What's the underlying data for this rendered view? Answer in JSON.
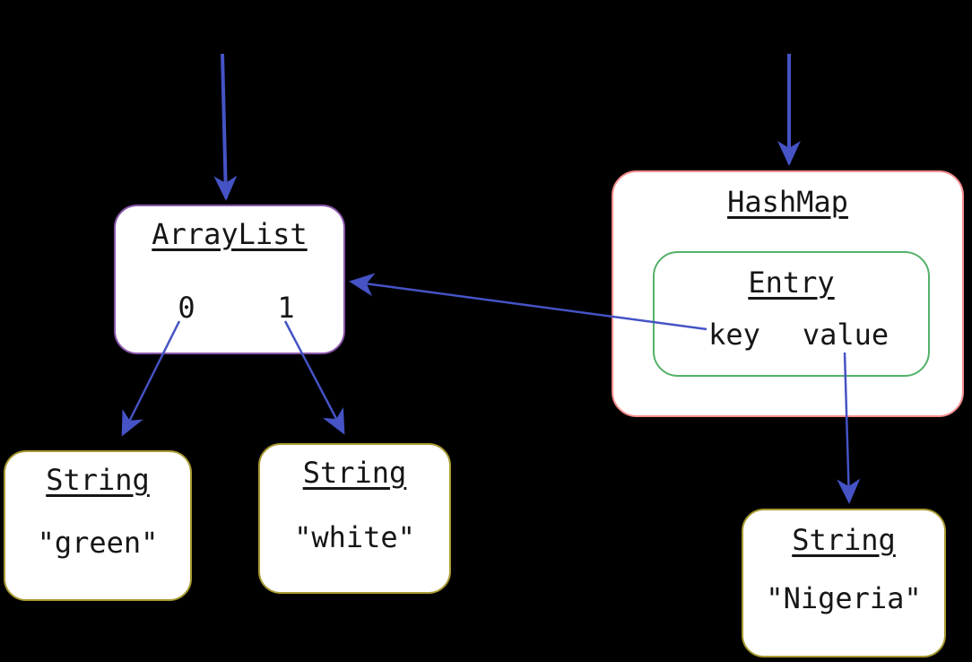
{
  "diagram": {
    "background": "#000000",
    "description": "Object reference diagram: ArrayList and HashMap with Entry pointing to String objects"
  },
  "colors": {
    "arrow": "#4553c5",
    "arraylist_border": "#8b57ab",
    "hashmap_border": "#f68d8d",
    "entry_border": "#54b168",
    "string_border": "#a89a33",
    "box_fill": "#ffffff",
    "text": "#161616"
  },
  "nodes": {
    "arraylist": {
      "title": "ArrayList",
      "indices": [
        "0",
        "1"
      ]
    },
    "hashmap": {
      "title": "HashMap",
      "entry": {
        "title": "Entry",
        "fields": [
          "key",
          "value"
        ]
      }
    },
    "string_green": {
      "title": "String",
      "value": "\"green\""
    },
    "string_white": {
      "title": "String",
      "value": "\"white\""
    },
    "string_nigeria": {
      "title": "String",
      "value": "\"Nigeria\""
    }
  },
  "edges": [
    {
      "id": "into-arraylist-top",
      "from": "offscreen-top",
      "to": "ArrayList"
    },
    {
      "id": "into-hashmap-top",
      "from": "offscreen-top",
      "to": "HashMap"
    },
    {
      "id": "index0-to-green",
      "from": "ArrayList.0",
      "to": "String \"green\""
    },
    {
      "id": "index1-to-white",
      "from": "ArrayList.1",
      "to": "String \"white\""
    },
    {
      "id": "key-to-arraylist",
      "from": "Entry.key",
      "to": "ArrayList"
    },
    {
      "id": "value-to-nigeria",
      "from": "Entry.value",
      "to": "String \"Nigeria\""
    }
  ]
}
